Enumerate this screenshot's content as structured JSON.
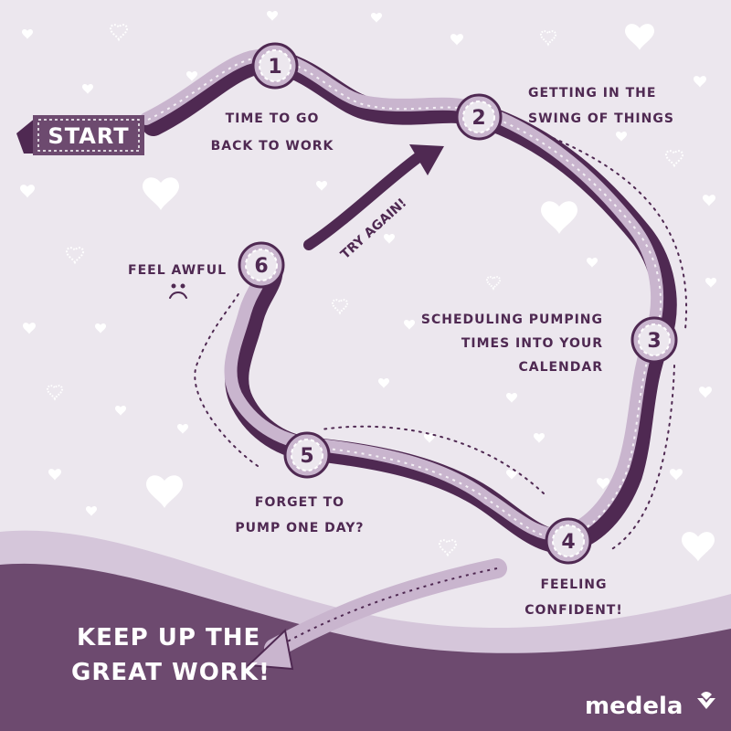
{
  "colors": {
    "background": "#ece7ee",
    "light_wave": "#d5c6da",
    "dark_wave": "#6d4a6f",
    "ribbon_light": "#c9b5ce",
    "ribbon_dark": "#4f2952",
    "text": "#4f2952",
    "heart": "#ffffff"
  },
  "start_label": "START",
  "steps": [
    {
      "number": "1",
      "lines": [
        "TIME TO GO",
        "BACK TO WORK"
      ]
    },
    {
      "number": "2",
      "lines": [
        "GETTING IN THE",
        "SWING OF THINGS"
      ]
    },
    {
      "number": "3",
      "lines": [
        "SCHEDULING PUMPING",
        "TIMES INTO YOUR",
        "CALENDAR"
      ]
    },
    {
      "number": "4",
      "lines": [
        "FEELING",
        "CONFIDENT!"
      ]
    },
    {
      "number": "5",
      "lines": [
        "FORGET TO",
        "PUMP ONE DAY?"
      ]
    },
    {
      "number": "6",
      "lines": [
        "FEEL AWFUL"
      ],
      "face": "sad-face"
    }
  ],
  "try_again": "TRY AGAIN!",
  "outro": [
    "KEEP UP THE",
    "GREAT WORK!"
  ],
  "brand": "medela",
  "icons": [
    "heart-icon",
    "sad-face-icon",
    "arrow-icon",
    "medela-logo-icon"
  ]
}
